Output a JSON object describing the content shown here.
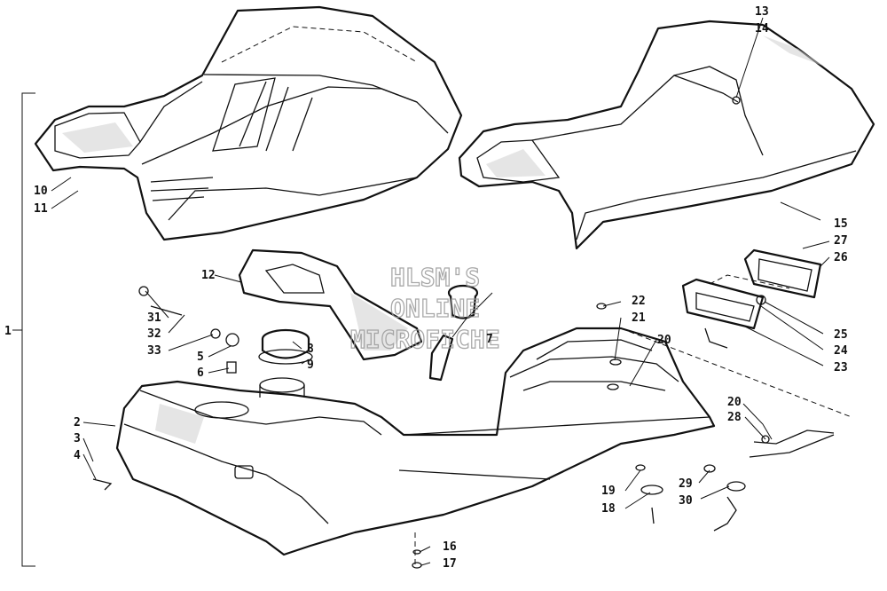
{
  "watermark": [
    "HLSM'S",
    "ONLINE",
    "MICROFICHE"
  ],
  "callouts": [
    "1",
    "2",
    "3",
    "4",
    "5",
    "6",
    "7",
    "8",
    "9",
    "10",
    "11",
    "12",
    "13",
    "14",
    "15",
    "16",
    "17",
    "18",
    "19",
    "20",
    "21",
    "22",
    "23",
    "24",
    "25",
    "26",
    "27",
    "28",
    "29",
    "30",
    "31",
    "32",
    "33",
    "20"
  ]
}
